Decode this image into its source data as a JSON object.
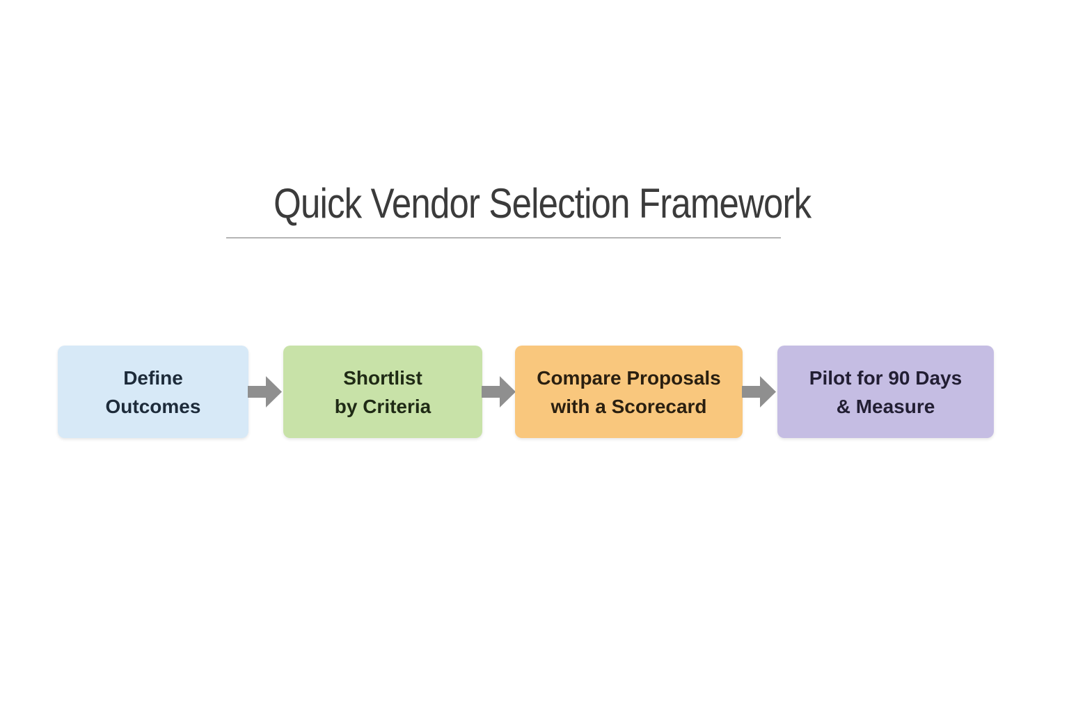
{
  "page": {
    "background": "#ffffff"
  },
  "title": {
    "text": "Quick Vendor Selection Framework",
    "color": "#3b3b3b",
    "underline_color": "#9b9b9b"
  },
  "flow": {
    "arrow_icon": "right-block-arrow",
    "arrow_color": "#8f8f8f",
    "steps": [
      {
        "id": "define-outcomes",
        "line1": "Define",
        "line2": "Outcomes",
        "bg": "#d7e9f7",
        "text_color": "#1d2b3a"
      },
      {
        "id": "shortlist-by-criteria",
        "line1": "Shortlist",
        "line2": "by Criteria",
        "bg": "#c8e2a8",
        "text_color": "#1f2a15"
      },
      {
        "id": "compare-proposals",
        "line1": "Compare Proposals",
        "line2": "with a Scorecard",
        "bg": "#f9c77d",
        "text_color": "#2a1f10"
      },
      {
        "id": "pilot-90-days",
        "line1": "Pilot for 90 Days",
        "line2": "& Measure",
        "bg": "#c5bde3",
        "text_color": "#221e33"
      }
    ]
  }
}
